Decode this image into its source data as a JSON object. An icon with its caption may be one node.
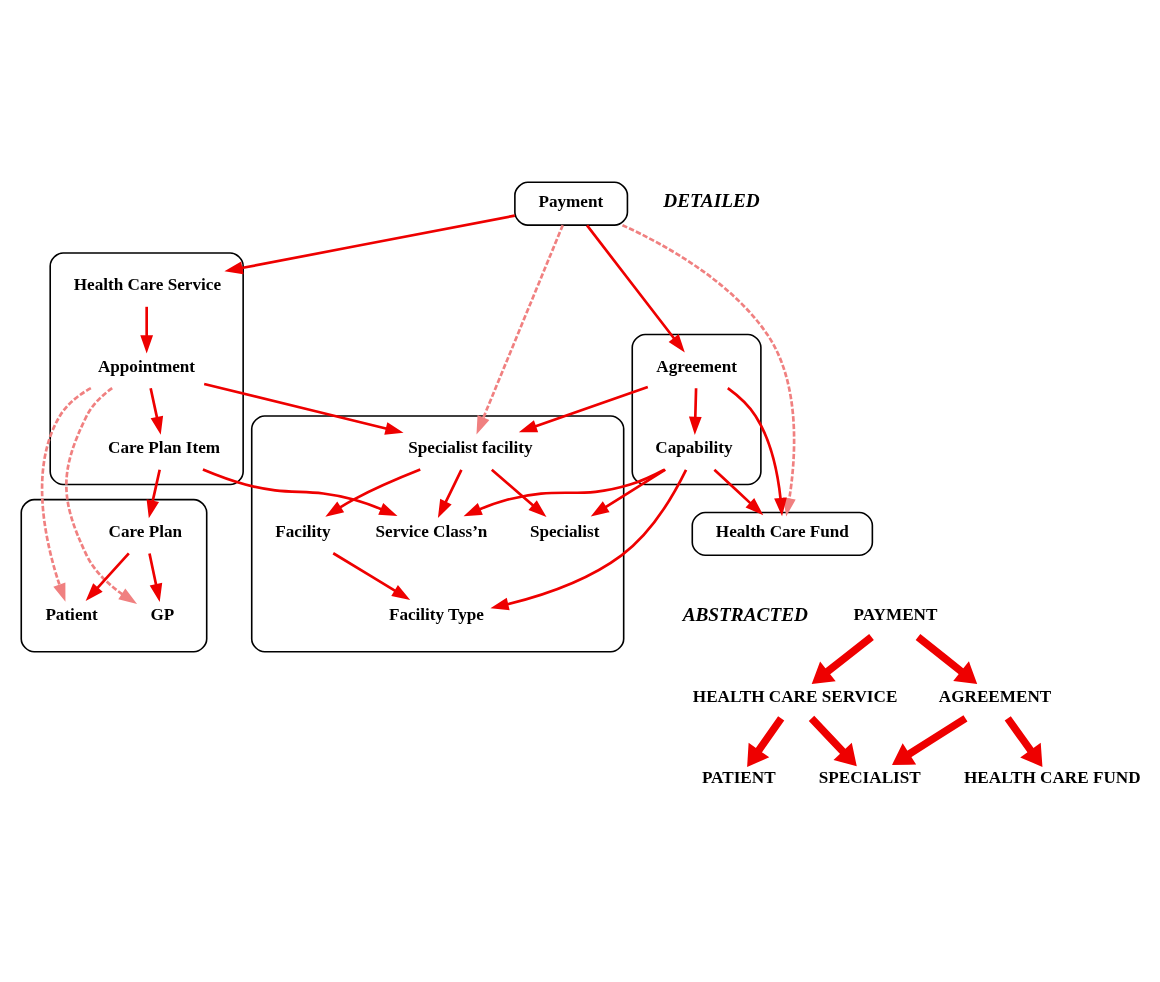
{
  "diagram": {
    "nodes": [
      {
        "text": [
          "Payment"
        ]
      },
      {
        "text": [],
        "shape": "box"
      },
      {
        "text": [
          "Care Plan Item"
        ],
        "in": 1
      },
      {
        "text": [
          "Appointment"
        ],
        "in": 1
      },
      {
        "text": [
          "Health Care Service"
        ],
        "in": 1
      },
      {
        "text": [],
        "shape": "box"
      },
      {
        "text": [
          "Care Plan"
        ],
        "in": 5
      },
      {
        "text": [
          "Patient"
        ],
        "in": 5
      },
      {
        "text": [
          "GP"
        ],
        "in": 5
      },
      {
        "text": [],
        "shape": "box"
      },
      {
        "text": [
          "Specialist facility"
        ],
        "in": 9
      },
      {
        "text": [
          "Facility"
        ],
        "in": 9
      },
      {
        "text": [
          "Specialist"
        ],
        "in": 9
      },
      {
        "text": [
          "Facility Type"
        ],
        "in": 9
      },
      {
        "text": [
          "Service Class’n"
        ],
        "in": 9
      },
      {
        "text": [],
        "shape": "box"
      },
      {
        "text": [
          "Agreement"
        ],
        "in": 15
      },
      {
        "text": [
          "Capability"
        ],
        "in": 15
      },
      {
        "text": [
          "Health Care Fund"
        ]
      },
      {
        "text": [
          "HEALTH CARE SERVICE"
        ]
      },
      {
        "text": [
          "PAYMENT"
        ]
      },
      {
        "text": [
          "AGREEMENT"
        ]
      },
      {
        "text": [
          "PATIENT"
        ]
      },
      {
        "text": [
          "SPECIALIST"
        ]
      },
      {
        "text": [
          "HEALTH CARE FUND"
        ]
      }
    ],
    "edges": [
      {
        "from": 0,
        "to": 4,
        "arrow": "to"
      },
      {
        "from": 4,
        "to": 3,
        "arrow": "to"
      },
      {
        "from": 3,
        "to": 2,
        "arrow": "to"
      },
      {
        "from": 3,
        "to": 10,
        "arrow": "to"
      },
      {
        "from": 0,
        "to": 10,
        "arrow": "to",
        "style": "dashed",
        "color": "#f08080"
      },
      {
        "from": 0,
        "to": 16,
        "arrow": "to"
      },
      {
        "from": 0,
        "to": 18,
        "arrow": "to",
        "style": "dashed",
        "color": "#f08080"
      },
      {
        "from": 2,
        "to": 6,
        "arrow": "to"
      },
      {
        "from": 2,
        "to": 14,
        "arrow": "to"
      },
      {
        "from": 3,
        "to": 7,
        "arrow": "to",
        "style": "dashed",
        "color": "#f08080"
      },
      {
        "from": 3,
        "to": 8,
        "arrow": "to",
        "style": "dashed",
        "color": "#f08080"
      },
      {
        "from": 6,
        "to": 7,
        "arrow": "to"
      },
      {
        "from": 6,
        "to": 8,
        "arrow": "to"
      },
      {
        "from": 16,
        "to": 10,
        "arrow": "to"
      },
      {
        "from": 16,
        "to": 17,
        "arrow": "to"
      },
      {
        "from": 16,
        "to": 18,
        "arrow": "to"
      },
      {
        "from": 10,
        "to": 12,
        "arrow": "to"
      },
      {
        "from": 10,
        "to": 14,
        "arrow": "to"
      },
      {
        "from": 10,
        "to": 11,
        "arrow": "to"
      },
      {
        "from": 11,
        "to": 13,
        "arrow": "to"
      },
      {
        "from": 17,
        "to": 12,
        "arrow": "to"
      },
      {
        "from": 17,
        "to": 13,
        "arrow": "to"
      },
      {
        "from": 17,
        "to": 14,
        "arrow": "to"
      },
      {
        "from": 17,
        "to": 18,
        "arrow": "to"
      },
      {
        "from": 20,
        "to": 19,
        "arrow": "to",
        "style": "thick"
      },
      {
        "from": 20,
        "to": 21,
        "arrow": "to",
        "style": "thick"
      },
      {
        "from": 19,
        "to": 22,
        "arrow": "to",
        "style": "thick"
      },
      {
        "from": 19,
        "to": 23,
        "arrow": "to",
        "style": "thick"
      },
      {
        "from": 21,
        "to": 23,
        "arrow": "to",
        "style": "thick"
      },
      {
        "from": 21,
        "to": 24,
        "arrow": "to",
        "style": "thick"
      }
    ],
    "labels": [
      "DETAILED",
      "ABSTRACTED"
    ]
  }
}
